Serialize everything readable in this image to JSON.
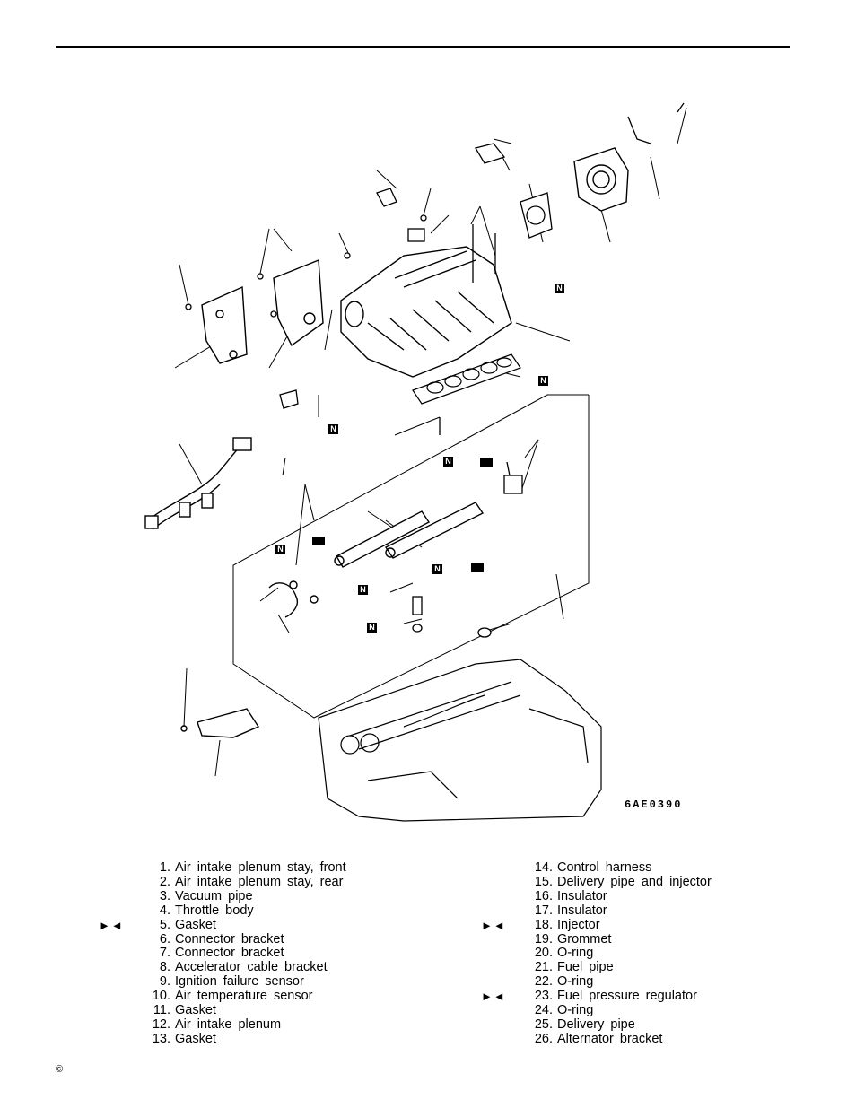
{
  "figure": {
    "code": "6AE0390",
    "n_mark": "N"
  },
  "legend": {
    "left": [
      {
        "mark": "",
        "num": "1.",
        "text": "Air intake plenum stay, front"
      },
      {
        "mark": "",
        "num": "2.",
        "text": "Air intake plenum stay, rear"
      },
      {
        "mark": "",
        "num": "3.",
        "text": "Vacuum pipe"
      },
      {
        "mark": "",
        "num": "4.",
        "text": "Throttle body"
      },
      {
        "mark": "►◄",
        "num": "5.",
        "text": "Gasket"
      },
      {
        "mark": "",
        "num": "6.",
        "text": "Connector bracket"
      },
      {
        "mark": "",
        "num": "7.",
        "text": "Connector bracket"
      },
      {
        "mark": "",
        "num": "8.",
        "text": "Accelerator cable bracket"
      },
      {
        "mark": "",
        "num": "9.",
        "text": "Ignition failure sensor"
      },
      {
        "mark": "",
        "num": "10.",
        "text": "Air temperature sensor"
      },
      {
        "mark": "",
        "num": "11.",
        "text": "Gasket"
      },
      {
        "mark": "",
        "num": "12.",
        "text": "Air intake plenum"
      },
      {
        "mark": "",
        "num": "13.",
        "text": "Gasket"
      }
    ],
    "right": [
      {
        "mark": "",
        "num": "14.",
        "text": "Control harness"
      },
      {
        "mark": "",
        "num": "15.",
        "text": "Delivery pipe and injector"
      },
      {
        "mark": "",
        "num": "16.",
        "text": "Insulator"
      },
      {
        "mark": "",
        "num": "17.",
        "text": "Insulator"
      },
      {
        "mark": "►◄",
        "num": "18.",
        "text": "Injector"
      },
      {
        "mark": "",
        "num": "19.",
        "text": "Grommet"
      },
      {
        "mark": "",
        "num": "20.",
        "text": "O-ring"
      },
      {
        "mark": "",
        "num": "21.",
        "text": "Fuel pipe"
      },
      {
        "mark": "",
        "num": "22.",
        "text": "O-ring"
      },
      {
        "mark": "►◄",
        "num": "23.",
        "text": "Fuel pressure regulator"
      },
      {
        "mark": "",
        "num": "24.",
        "text": "O-ring"
      },
      {
        "mark": "",
        "num": "25.",
        "text": "Delivery pipe"
      },
      {
        "mark": "",
        "num": "26.",
        "text": "Alternator bracket"
      }
    ]
  },
  "footer": {
    "copyright": "©"
  }
}
